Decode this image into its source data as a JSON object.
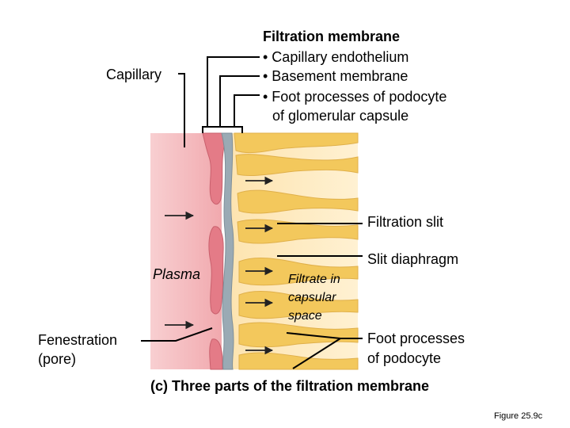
{
  "labels": {
    "capillary": "Capillary",
    "filtration_membrane": {
      "title": "Filtration membrane",
      "items": [
        "• Capillary endothelium",
        "• Basement membrane",
        "• Foot processes of podocyte",
        "of glomerular capsule"
      ]
    },
    "filtration_slit": "Filtration slit",
    "slit_diaphragm": "Slit diaphragm",
    "plasma": "Plasma",
    "filtrate": [
      "Filtrate in",
      "capsular",
      "space"
    ],
    "fenestration": [
      "Fenestration",
      "(pore)"
    ],
    "foot_processes": [
      "Foot processes",
      "of podocyte"
    ]
  },
  "caption": "(c) Three parts of the filtration membrane",
  "figure_number": "Figure 25.9c",
  "colors": {
    "plasma": "#f4bcc0",
    "endothelium": "#e47b87",
    "basement_membrane": "#9aaab4",
    "capsular_space": "#fde7b6",
    "podocyte": "#f3c85c",
    "arrow": "#222222"
  }
}
